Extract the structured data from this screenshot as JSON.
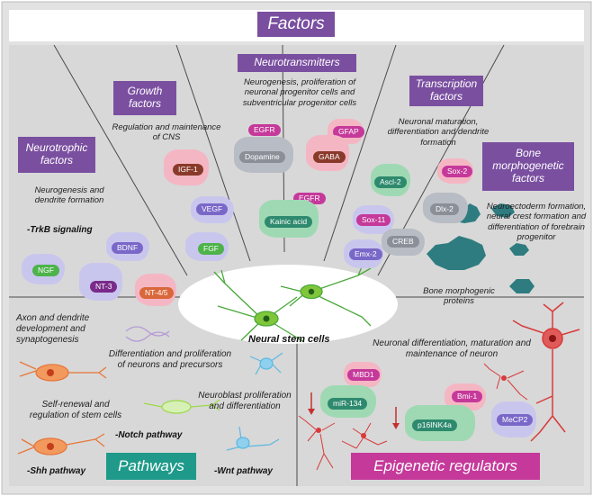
{
  "colors": {
    "purple_box": "#7a4fa0",
    "teal_box": "#1f9a8a",
    "magenta_box": "#c5399a",
    "pink_protein": "#f5b6c4",
    "lilac_protein": "#c9c6ee",
    "green_protein": "#9fd9b3",
    "gray_protein": "#b8bcc4",
    "neuron_green": "#9dd84a",
    "neuron_orange": "#e8763a",
    "neuron_red": "#d93a3a",
    "neuron_blue": "#5bb8e0"
  },
  "header": {
    "title": "Factors"
  },
  "neurotrophic": {
    "title": "Neurotrophic factors",
    "desc": "Neurogenesis and dendrite formation",
    "signal": "-TrkB signaling",
    "proteins": [
      "BDNF",
      "NGF",
      "NT-3",
      "NT-4/5"
    ]
  },
  "growth": {
    "title": "Growth factors",
    "desc": "Regulation and maintenance of CNS",
    "proteins": [
      "IGF-1",
      "VEGF",
      "FGF"
    ]
  },
  "neurotransmitters": {
    "title": "Neurotransmitters",
    "desc": "Neurogenesis, proliferation of neuronal progenitor cells and subventricular progenitor cells",
    "proteins": [
      "EGFR",
      "Dopamine",
      "GFAP",
      "GABA",
      "EGFR",
      "Kainic acid"
    ]
  },
  "transcription": {
    "title": "Transcription factors",
    "desc": "Neuronal maturation, differentiation and dendrite formation",
    "proteins": [
      "Sox-2",
      "Ascl-2",
      "Dlx-2",
      "Sox-11",
      "CREB",
      "Emx-2"
    ]
  },
  "bmp": {
    "title": "Bone morphogenetic factors",
    "desc": "Neuroectoderm formation, neural crest formation and differentiation of forebrain progenitor",
    "caption": "Bone morphogenic proteins"
  },
  "center": {
    "label": "Neural stem cells"
  },
  "pathways": {
    "title": "Pathways",
    "axon": "Axon and dendrite development and synaptogenesis",
    "diff": "Differentiation and proliferation of neurons and precursors",
    "self": "Self-renewal and regulation of stem cells",
    "neuroblast": "Neuroblast proliferation and differentiation",
    "notch": "-Notch pathway",
    "shh": "-Shh pathway",
    "wnt": "-Wnt pathway"
  },
  "epigenetic": {
    "title": "Epigenetic regulators",
    "desc": "Neuronal differentiation, maturation and maintenance of neuron",
    "proteins": [
      "MBD1",
      "miR-134",
      "Bmi-1",
      "p16INK4a",
      "MeCP2"
    ]
  }
}
